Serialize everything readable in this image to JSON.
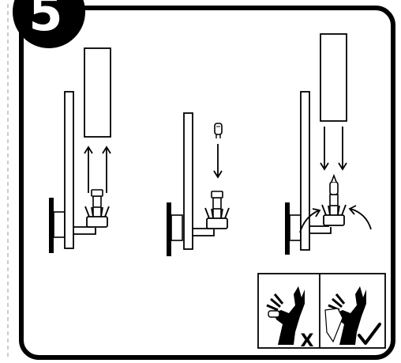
{
  "step": {
    "number": "5"
  },
  "panels": [
    {
      "name": "remove-shade",
      "arrows": "up"
    },
    {
      "name": "insert-bulb",
      "arrows": "down-single"
    },
    {
      "name": "refit-shade",
      "arrows": "down-and-curved"
    }
  ],
  "warning": {
    "bare_hand": {
      "mark": "X",
      "meaning": "incorrect"
    },
    "with_cloth": {
      "mark": "check",
      "meaning": "correct"
    }
  }
}
